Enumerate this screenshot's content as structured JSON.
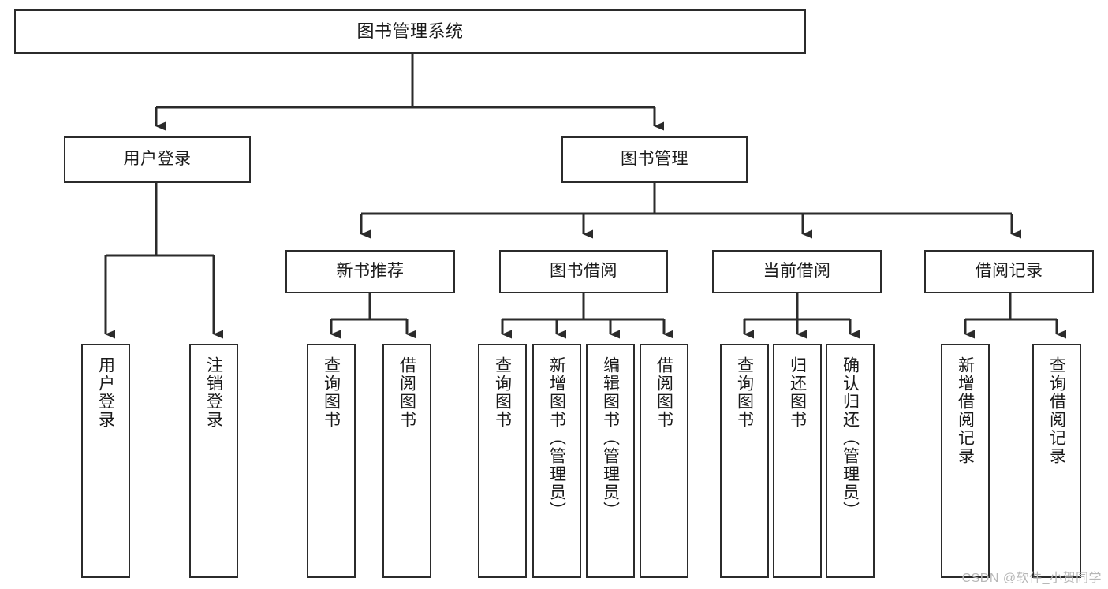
{
  "diagram": {
    "title_text": "图书管理系统",
    "type": "tree-hierarchy-chart",
    "stroke_color": "#2b2b2b",
    "fill_color": "#ffffff",
    "text_color": "#1a1a1a",
    "levels": {
      "level1": [
        {
          "id": "root",
          "label": "图书管理系统"
        }
      ],
      "level2": [
        {
          "id": "user-login",
          "label": "用户登录"
        },
        {
          "id": "book-management",
          "label": "图书管理"
        }
      ],
      "level3": [
        {
          "id": "new-book-recommend",
          "label": "新书推荐"
        },
        {
          "id": "book-borrow",
          "label": "图书借阅"
        },
        {
          "id": "current-borrow",
          "label": "当前借阅"
        },
        {
          "id": "borrow-record",
          "label": "借阅记录"
        }
      ],
      "level4": [
        {
          "id": "leaf-user-login",
          "label": "用户登录",
          "parent": "user-login"
        },
        {
          "id": "leaf-logout-login",
          "label": "注销登录",
          "parent": "user-login"
        },
        {
          "id": "leaf-query-book-1",
          "label": "查询图书",
          "parent": "new-book-recommend"
        },
        {
          "id": "leaf-borrow-book-1",
          "label": "借阅图书",
          "parent": "new-book-recommend"
        },
        {
          "id": "leaf-query-book-2",
          "label": "查询图书",
          "parent": "book-borrow"
        },
        {
          "id": "leaf-add-book",
          "label": "新增图书（管理员）",
          "parent": "book-borrow"
        },
        {
          "id": "leaf-edit-book",
          "label": "编辑图书（管理员）",
          "parent": "book-borrow"
        },
        {
          "id": "leaf-borrow-book-2",
          "label": "借阅图书",
          "parent": "book-borrow"
        },
        {
          "id": "leaf-query-book-3",
          "label": "查询图书",
          "parent": "current-borrow"
        },
        {
          "id": "leaf-return-book",
          "label": "归还图书",
          "parent": "current-borrow"
        },
        {
          "id": "leaf-confirm-return",
          "label": "确认归还（管理员）",
          "parent": "current-borrow"
        },
        {
          "id": "leaf-add-record",
          "label": "新增借阅记录",
          "parent": "borrow-record"
        },
        {
          "id": "leaf-query-record",
          "label": "查询借阅记录",
          "parent": "borrow-record"
        }
      ]
    },
    "watermark": "CSDN @软件_小贺同学"
  }
}
